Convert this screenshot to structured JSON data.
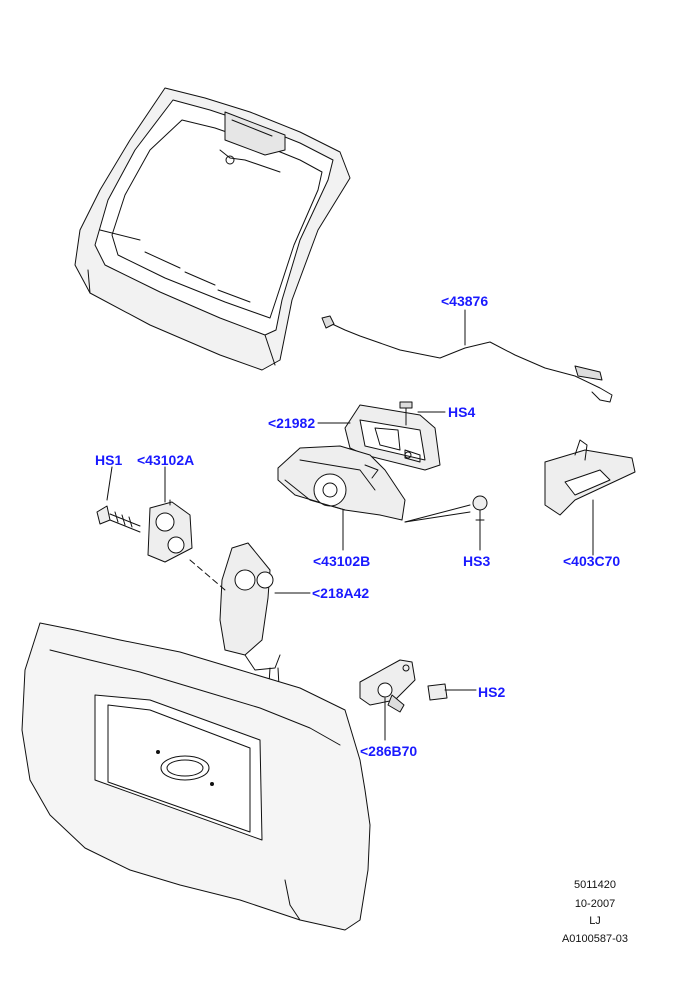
{
  "labels": {
    "c43876": "<43876",
    "c21982": "<21982",
    "hs4": "HS4",
    "hs1": "HS1",
    "c43102a": "<43102A",
    "c43102b": "<43102B",
    "hs3": "HS3",
    "c403c70": "<403C70",
    "c218a42": "<218A42",
    "hs2": "HS2",
    "c286b70": "<286B70"
  },
  "footer": {
    "line1": "5011420",
    "line2": "10-2007",
    "line3": "LJ",
    "line4": "A0100587-03"
  },
  "colors": {
    "label": "#1a1aff",
    "line": "#111111",
    "shade": "#d9d9d9"
  }
}
